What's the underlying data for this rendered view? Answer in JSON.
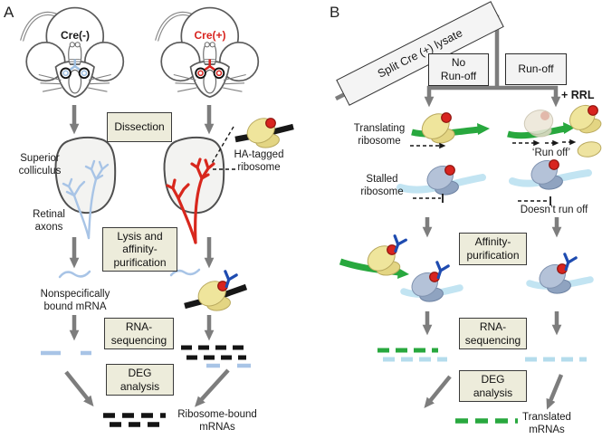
{
  "panelA": {
    "letter": "A",
    "mouse_left_label": "Cre(-)",
    "mouse_right_label": "Cre(+)",
    "boxes": {
      "dissection": "Dissection",
      "lysis": "Lysis and\naffinity-\npurification",
      "rna_seq": "RNA-\nsequencing",
      "deg": "DEG\nanalysis"
    },
    "labels": {
      "superior_colliculus": "Superior\ncolliculus",
      "ha_tagged_ribosome": "HA-tagged\nribosome",
      "retinal_axons": "Retinal\naxons",
      "nonspecifically_bound": "Nonspecifically\nbound mRNA",
      "result": "Ribosome-bound\nmRNAs"
    }
  },
  "panelB": {
    "letter": "B",
    "lysate_banner": "Split Cre (+) lysate",
    "boxes": {
      "no_runoff": "No\nRun-off",
      "runoff": "Run-off",
      "affinity": "Affinity-\npurification",
      "rna_seq": "RNA-\nsequencing",
      "deg": "DEG\nanalysis"
    },
    "labels": {
      "rrl": "+ RRL",
      "translating_ribosome": "Translating\nribosome",
      "run_off_quote": "‘Run off’",
      "stalled_ribosome": "Stalled\nribosome",
      "doesnt_run_off": "Doesn’t run off",
      "result": "Translated\nmRNAs"
    }
  },
  "colors": {
    "box_fill": "#edecdb",
    "gray_arrow": "#7d7d7d",
    "light_blue": "#a8c4e6",
    "cyan_band": "#c2e4f2",
    "red_accent": "#d8241f",
    "green_mrna": "#28a83e",
    "yellow_ribosome": "#efe59c",
    "blue_ribosome": "#b4c2d8",
    "antibody_blue": "#1e4bb0",
    "black_mrna": "#171717"
  }
}
